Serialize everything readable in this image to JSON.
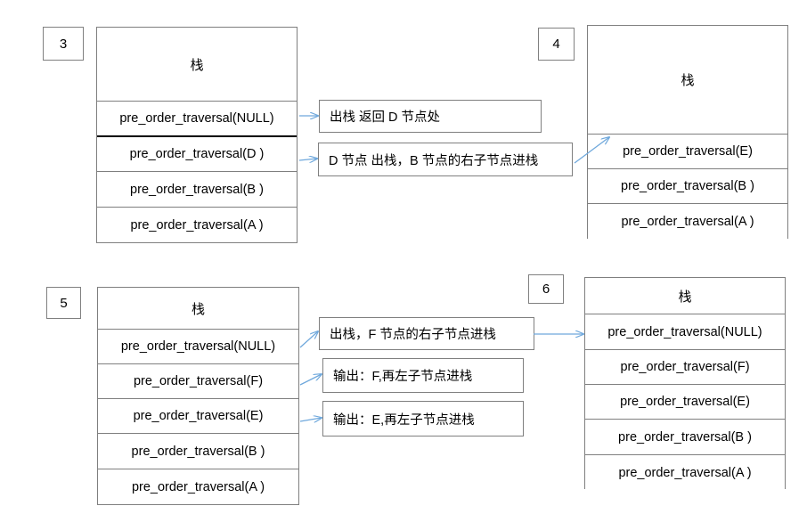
{
  "diagram": {
    "title_char": "栈",
    "arrow_color": "#6FA8DC",
    "border_color": "#7f7f7f",
    "steps": [
      {
        "number": "3",
        "stack": {
          "header": "栈",
          "rows": [
            "pre_order_traversal(NULL)",
            "pre_order_traversal(D )",
            "pre_order_traversal(B )",
            "pre_order_traversal(A )"
          ]
        }
      },
      {
        "number": "4",
        "stack": {
          "header": "栈",
          "rows": [
            "pre_order_traversal(E)",
            "pre_order_traversal(B )",
            "pre_order_traversal(A )"
          ]
        }
      },
      {
        "number": "5",
        "stack": {
          "header": "栈",
          "rows": [
            "pre_order_traversal(NULL)",
            "pre_order_traversal(F)",
            "pre_order_traversal(E)",
            "pre_order_traversal(B )",
            "pre_order_traversal(A )"
          ]
        }
      },
      {
        "number": "6",
        "stack": {
          "header": "栈",
          "rows": [
            "pre_order_traversal(NULL)",
            "pre_order_traversal(F)",
            "pre_order_traversal(E)",
            "pre_order_traversal(B )",
            "pre_order_traversal(A )"
          ]
        }
      }
    ],
    "notes_top": [
      "出栈  返回 D 节点处",
      "D 节点  出栈，B 节点的右子节点进栈"
    ],
    "notes_bottom": [
      "出栈，F 节点的右子节点进栈",
      "输出：F,再左子节点进栈",
      "输出：E,再左子节点进栈"
    ]
  }
}
